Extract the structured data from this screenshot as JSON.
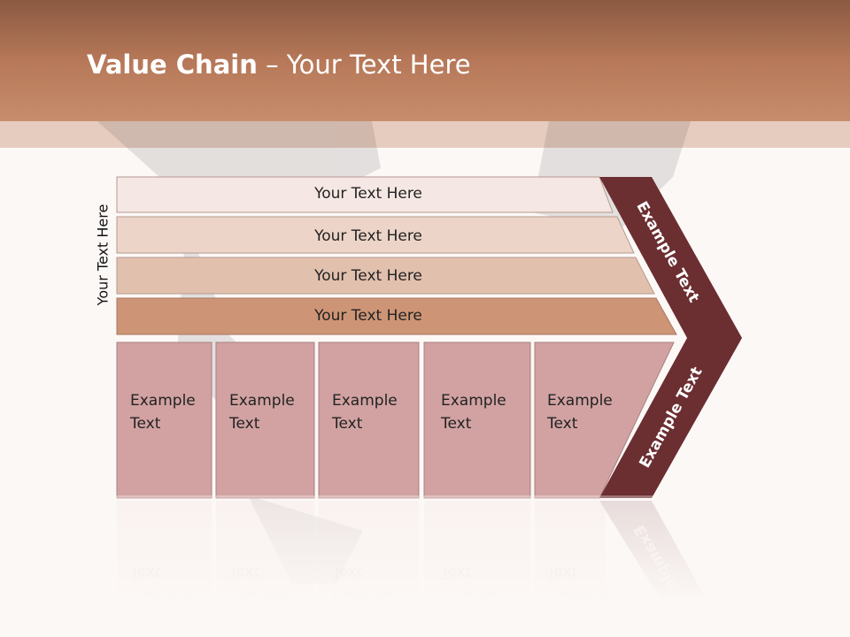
{
  "slide": {
    "title_bold": "Value Chain",
    "title_rest": " – Your Text Here",
    "side_label": "Your Text Here"
  },
  "rows": [
    {
      "label": "Your Text Here",
      "fill": "#f5e7e3"
    },
    {
      "label": "Your Text Here",
      "fill": "#ecd4c8"
    },
    {
      "label": "Your Text Here",
      "fill": "#e2c0ae"
    },
    {
      "label": "Your Text Here",
      "fill": "#cd9576"
    }
  ],
  "cells": [
    {
      "line1": "Example",
      "line2": "Text"
    },
    {
      "line1": "Example",
      "line2": "Text"
    },
    {
      "line1": "Example",
      "line2": "Text"
    },
    {
      "line1": "Example",
      "line2": "Text"
    },
    {
      "line1": "Example",
      "line2": "Text"
    }
  ],
  "chevron": {
    "top_label": "Example Text",
    "bottom_label": "Example Text",
    "color": "#6b2e31"
  },
  "colors": {
    "cell_fill": "#d2a2a2",
    "cell_stroke": "#a88080"
  }
}
